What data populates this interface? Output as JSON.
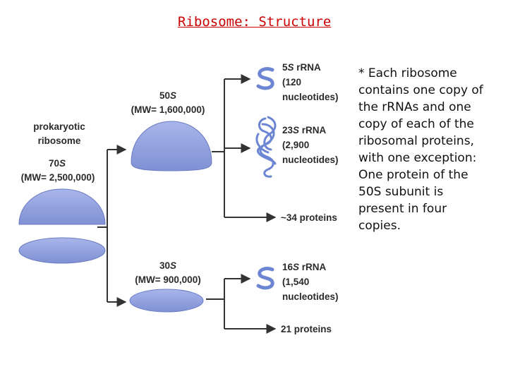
{
  "title": "Ribosome: Structure",
  "note_lines": [
    "* Each ribosome",
    "contains one copy of",
    "the rRNAs and one",
    "copy of each of the",
    "ribosomal proteins,",
    "with one exception:",
    "One protein of the",
    "50S subunit is",
    "present in four",
    "copies."
  ],
  "prokaryote": {
    "line1": "prokaryotic",
    "line2": "ribosome",
    "s_value": "70",
    "s_unit": "S",
    "mw": "(MW= 2,500,000)"
  },
  "large_subunit": {
    "s_value": "50",
    "s_unit": "S",
    "mw": "(MW= 1,600,000)"
  },
  "small_subunit": {
    "s_value": "30",
    "s_unit": "S",
    "mw": "(MW= 900,000)"
  },
  "components": {
    "rrna_5s": {
      "s_value": "5",
      "s_unit": "S",
      "name": " rRNA",
      "count": "(120",
      "unit": "nucleotides)"
    },
    "rrna_23s": {
      "s_value": "23",
      "s_unit": "S",
      "name": " rRNA",
      "count": "(2,900",
      "unit": "nucleotides)"
    },
    "proteins_50s": "~34 proteins",
    "rrna_16s": {
      "s_value": "16",
      "s_unit": "S",
      "name": " rRNA",
      "count": "(1,540",
      "unit": "nucleotides)"
    },
    "proteins_30s": "21 proteins"
  },
  "colors": {
    "subunit_fill": "#8e9ede",
    "subunit_stroke": "#6a7bc4",
    "rna_blue": "#6d86d4",
    "line": "#333333",
    "title_red": "#cc0000"
  }
}
